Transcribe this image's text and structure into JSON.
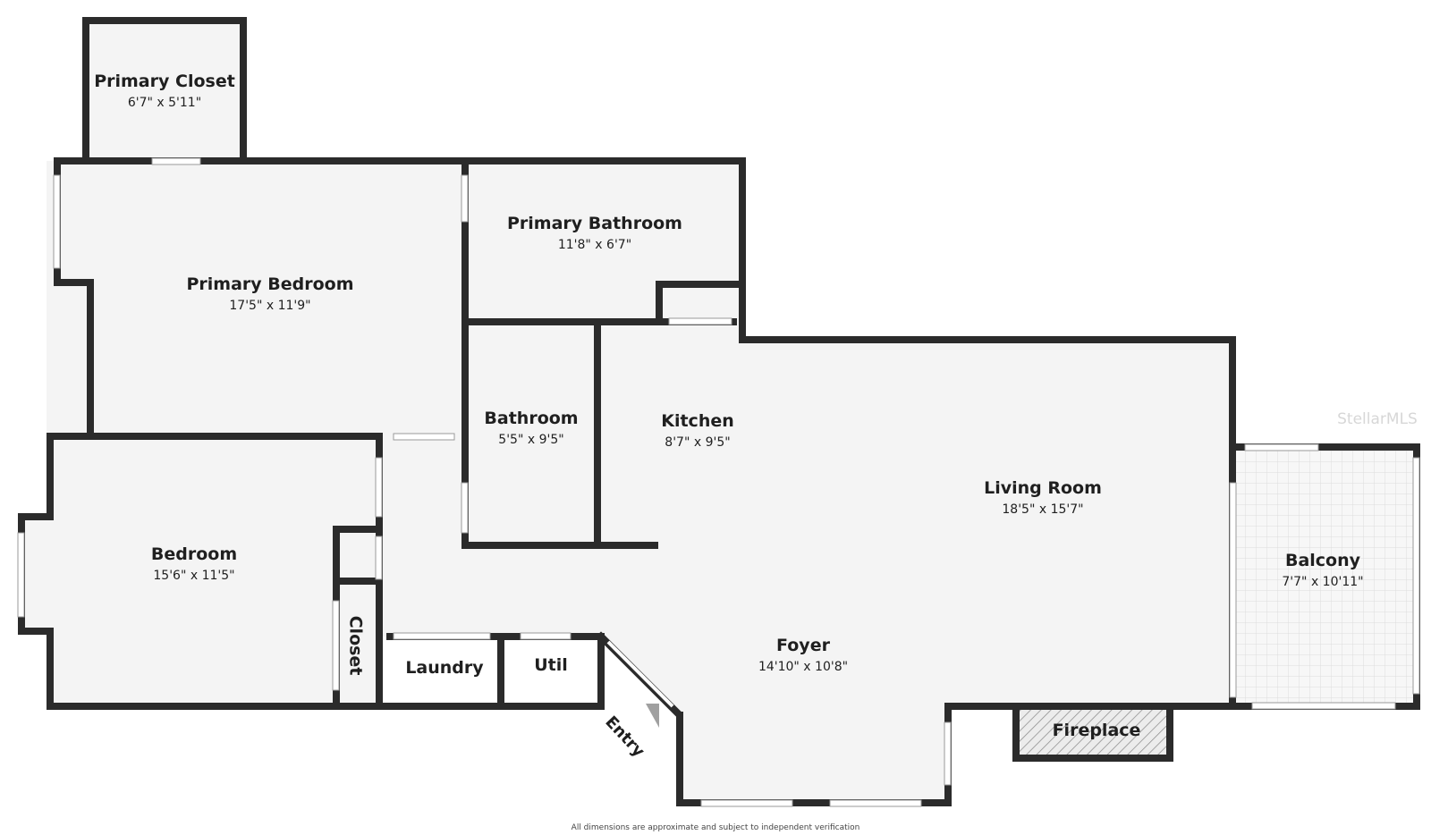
{
  "rooms": {
    "primary_closet": {
      "name": "Primary Closet",
      "dim": "6'7\" x 5'11\""
    },
    "primary_bedroom": {
      "name": "Primary Bedroom",
      "dim": "17'5\" x 11'9\""
    },
    "primary_bathroom": {
      "name": "Primary Bathroom",
      "dim": "11'8\" x 6'7\""
    },
    "bathroom": {
      "name": "Bathroom",
      "dim": "5'5\" x 9'5\""
    },
    "kitchen": {
      "name": "Kitchen",
      "dim": "8'7\" x 9'5\""
    },
    "living_room": {
      "name": "Living Room",
      "dim": "18'5\" x 15'7\""
    },
    "bedroom": {
      "name": "Bedroom",
      "dim": "15'6\" x 11'5\""
    },
    "balcony": {
      "name": "Balcony",
      "dim": "7'7\" x 10'11\""
    },
    "foyer": {
      "name": "Foyer",
      "dim": "14'10\" x 10'8\""
    },
    "closet": {
      "name": "Closet"
    },
    "laundry": {
      "name": "Laundry"
    },
    "util": {
      "name": "Util"
    },
    "fireplace": {
      "name": "Fireplace"
    }
  },
  "entry_label": "Entry",
  "footnote": "All dimensions are approximate and subject to independent verification",
  "watermark": "StellarMLS",
  "colors": {
    "wall": "#2b2b2b",
    "floor": "#f4f4f4",
    "background": "#ffffff",
    "entry_arrow": "#a0a0a0"
  }
}
